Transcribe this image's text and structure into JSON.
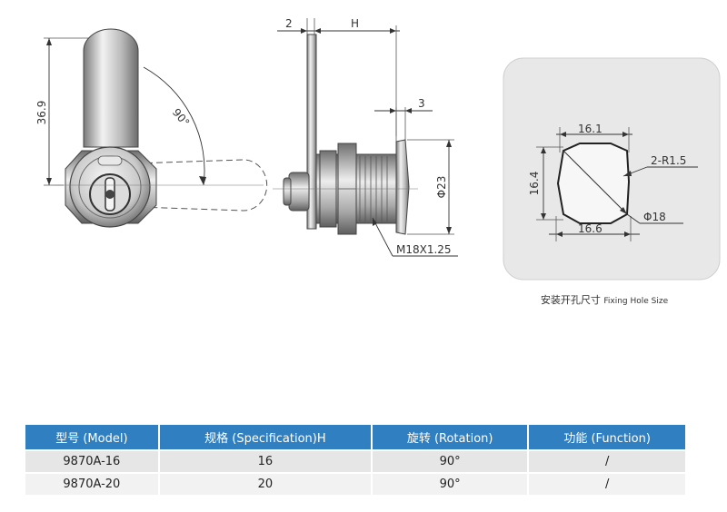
{
  "front_view": {
    "height_label": "36.9",
    "angle_label": "90°"
  },
  "side_view": {
    "gap_label": "2",
    "h_label": "H",
    "offset_label": "3",
    "dia_label": "Φ23",
    "thread_label": "M18X1.25"
  },
  "fixing_hole": {
    "width_top": "16.1",
    "width_bottom": "16.6",
    "height": "16.4",
    "radius_label": "2-R1.5",
    "dia_label": "Φ18",
    "caption_cn": "安装开孔尺寸",
    "caption_en": "Fixing Hole Size"
  },
  "spec_table": {
    "headers": [
      "型号 (Model)",
      "规格 (Specification)H",
      "旋转 (Rotation)",
      "功能 (Function)"
    ],
    "rows": [
      [
        "9870A-16",
        "16",
        "90°",
        "/"
      ],
      [
        "9870A-20",
        "20",
        "90°",
        "/"
      ]
    ]
  },
  "colors": {
    "header_blue": "#2f7fc1",
    "row_gray": "#e6e6e6",
    "panel_gray": "#e8e8e8"
  }
}
